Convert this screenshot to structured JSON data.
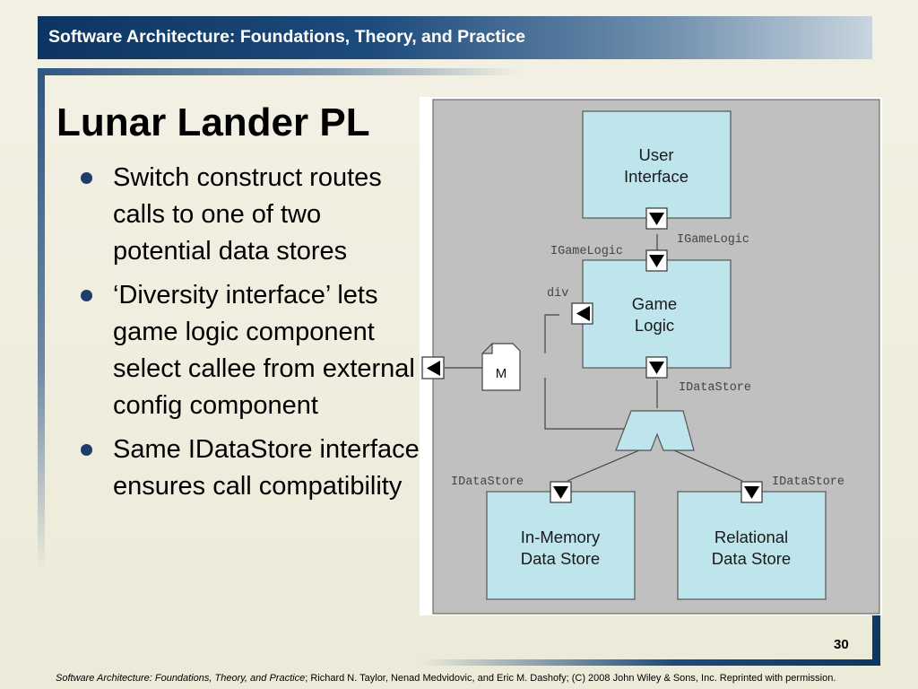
{
  "header": {
    "title": "Software Architecture: Foundations, Theory, and Practice"
  },
  "slide": {
    "title": "Lunar Lander PL",
    "bullets": [
      "Switch construct routes calls to one of two potential data stores",
      "‘Diversity interface’ lets game logic component select callee from external config component",
      "Same IDataStore interface ensures call compatibility"
    ]
  },
  "diagram": {
    "components": {
      "user_interface": [
        "User",
        "Interface"
      ],
      "game_logic": [
        "Game",
        "Logic"
      ],
      "in_memory": [
        "In-Memory",
        "Data Store"
      ],
      "relational": [
        "Relational",
        "Data Store"
      ],
      "config": "M"
    },
    "interface_labels": {
      "ui_provided": "IGameLogic",
      "gl_required": "IGameLogic",
      "div": "div",
      "gl_provided": "IDataStore",
      "mem_required": "IDataStore",
      "rel_required": "IDataStore"
    },
    "colors": {
      "background": "#c0c0c0",
      "component_fill": "#bfe5ec",
      "border": "#333333",
      "arrow": "#000000"
    }
  },
  "page_number": "30",
  "footer": {
    "italic": "Software Architecture: Foundations, Theory, and Practice",
    "rest": "; Richard N. Taylor, Nenad Medvidovic, and Eric M. Dashofy; (C) 2008 John Wiley & Sons, Inc. Reprinted with permission."
  }
}
